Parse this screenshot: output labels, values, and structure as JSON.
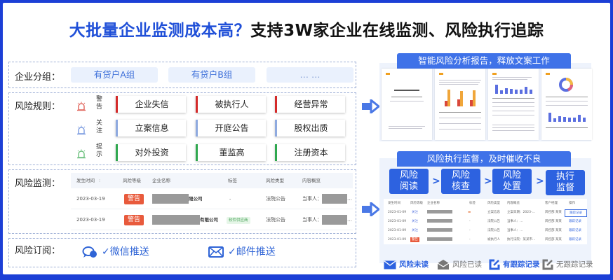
{
  "headline": {
    "question": "大批量企业监测成本高？",
    "answer": "支持3W家企业在线监测、风险执行追踪"
  },
  "group_section": {
    "label": "企业分组：",
    "pills": [
      "有贷户A组",
      "有贷户B组",
      "… …"
    ]
  },
  "rules_section": {
    "label": "风险规则：",
    "levels": [
      {
        "name": "警告",
        "icon": "alarm-light-icon",
        "color": "#d42a2a",
        "rules": [
          "企业失信",
          "被执行人",
          "经营异常"
        ]
      },
      {
        "name": "关注",
        "icon": "alarm-light-icon",
        "color": "#8faadf",
        "rules": [
          "立案信息",
          "开庭公告",
          "股权出质"
        ]
      },
      {
        "name": "提示",
        "icon": "alarm-light-icon",
        "color": "#2fa84f",
        "rules": [
          "对外投资",
          "董监高",
          "注册资本"
        ]
      }
    ]
  },
  "monitor_section": {
    "label": "风险监测：",
    "columns": [
      "发生时间",
      "风险等级",
      "企业名称",
      "标签",
      "风险类型",
      "内容概览"
    ],
    "rows": [
      {
        "date": "2023-03-19",
        "level": "警告",
        "company_suffix": "限公司",
        "tag": "-",
        "type": "法院公告",
        "summary_prefix": "当事人："
      },
      {
        "date": "2023-03-19",
        "level": "警告",
        "company_suffix": "有限公司",
        "tag": "软件供应商",
        "type": "法院公告",
        "summary_prefix": "当事人："
      }
    ]
  },
  "subscribe_section": {
    "label": "风险订阅：",
    "channels": [
      {
        "icon": "wechat-chat-icon",
        "label": "✓微信推送"
      },
      {
        "icon": "mail-icon",
        "label": "✓邮件推送"
      }
    ]
  },
  "report_panel": {
    "title": "智能风险分析报告，释放文案工作",
    "pages": 4
  },
  "supervise_panel": {
    "title": "风险执行监督，及时催收不良",
    "steps": [
      {
        "line1": "风险",
        "line2": "阅读"
      },
      {
        "line1": "风险",
        "line2": "核查"
      },
      {
        "line1": "风险",
        "line2": "处置"
      },
      {
        "line1": "执行",
        "line2": "监督"
      }
    ],
    "step_separator": ">",
    "mini_table": {
      "columns": [
        "发生时间",
        "风险等级",
        "企业名称",
        "标签",
        "风险类型",
        "内容概览",
        "客户经理",
        "操作"
      ],
      "rows": [
        {
          "date": "2023-01-09",
          "level": "关注",
          "type": "立案信息",
          "summary": "立案日期：2023-…",
          "manager": "风控部 某某",
          "action": "跟踪记录"
        },
        {
          "date": "2023-01-09",
          "level": "关注",
          "type": "法院公告",
          "summary": "当事人：…",
          "manager": "风控部 某某",
          "action": "跟踪记录"
        },
        {
          "date": "2023-01-09",
          "level": "关注",
          "type": "法院公告",
          "summary": "当事人：…",
          "manager": "风控部 某某",
          "action": "跟踪记录"
        },
        {
          "date": "2023-01-09",
          "level": "警告",
          "type": "被执行人",
          "summary": "执行法院：某某市…",
          "manager": "风控部 某某",
          "action": "跟踪记录"
        }
      ]
    },
    "legend": [
      {
        "icon": "mail-icon",
        "label": "风险未读",
        "color": "#2d62e0"
      },
      {
        "icon": "open-mail-icon",
        "label": "风险已读",
        "color": "#777777"
      },
      {
        "icon": "edit-record-icon",
        "label": "有跟踪记录",
        "color": "#2d62e0"
      },
      {
        "icon": "edit-record-icon",
        "label": "无跟踪记录",
        "color": "#777777"
      }
    ]
  },
  "colors": {
    "frame": "#1c3fd6",
    "accent": "#2d62e0",
    "warning": "#e85a3c"
  }
}
